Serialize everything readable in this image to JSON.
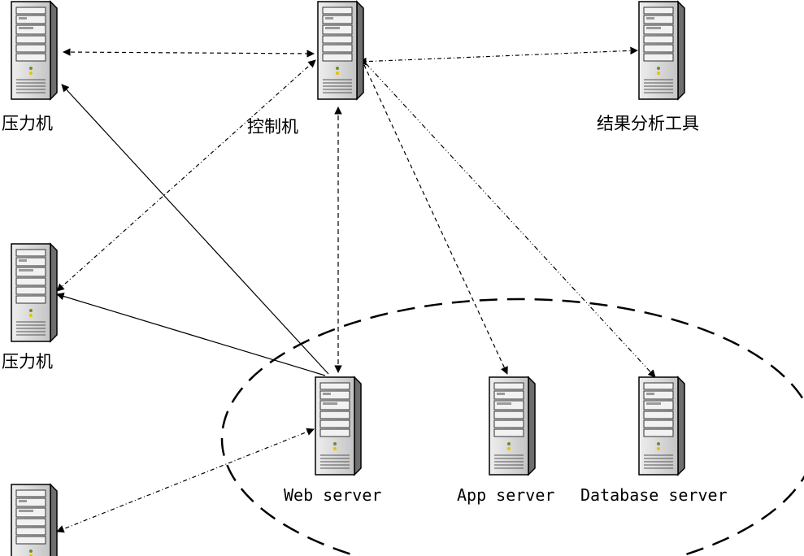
{
  "nodes": {
    "pressure_1": {
      "label": "压力机"
    },
    "controller": {
      "label": "控制机"
    },
    "analysis_tool": {
      "label": "结果分析工具"
    },
    "pressure_2": {
      "label": "压力机"
    },
    "pressure_3": {
      "label": ""
    },
    "web_server": {
      "label": "Web server"
    },
    "app_server": {
      "label": "App server"
    },
    "db_server": {
      "label": "Database server"
    }
  },
  "colors": {
    "line": "#000000",
    "server_face": "#d6d6d6",
    "server_side": "#7a7a7a"
  }
}
